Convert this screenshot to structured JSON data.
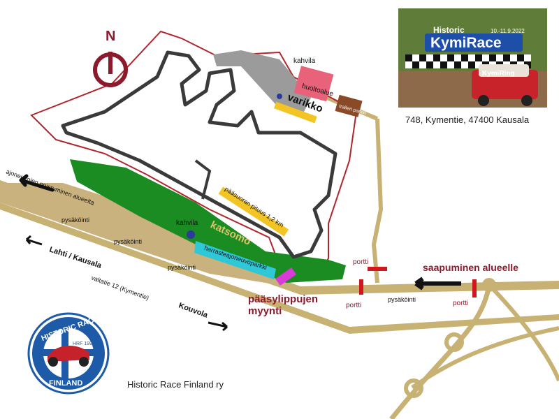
{
  "event_banner": {
    "title_small": "Historic",
    "title_main": "KymiRace",
    "dates": "10.-11.9.2022",
    "venue_logo_text": "KymiRing"
  },
  "address": "748, Kymentie, 47400 Kausala",
  "organizer": "Historic Race Finland ry",
  "north_label": "N",
  "logo": {
    "top_text": "HISTORIC RACE",
    "bottom_text": "FINLAND",
    "tag": "HRF 1990"
  },
  "labels": {
    "kahvila_top": "kahvila",
    "kahvila_lower": "kahvila",
    "huoltoalue": "huoltoalue",
    "varikko": "varikko",
    "traileriparkki": "traileri parkki",
    "paasuora": "pääsuoran pituus 1,2 km",
    "katsomo": "katsomo",
    "harrasteajoneuvoparkki": "harrasteajoneuvoparkki",
    "exit": "ajoneuvojen poistuminen alueelta",
    "pysakointi_1": "pysäköinti",
    "pysakointi_2": "pysäköinti",
    "pysakointi_3": "pysäköinti",
    "pysakointi_4": "pysäköinti",
    "lahti_kausala": "Lahti / Kausala",
    "valtatie": "valtatie 12 (Kymentie)",
    "kouvola": "Kouvola",
    "tickets_line1": "pääsylippujen",
    "tickets_line2": "myynti",
    "portti_1": "portti",
    "portti_2": "portti",
    "portti_3": "portti",
    "arrival": "saapuminen alueelle"
  },
  "colors": {
    "road": "#c7b173",
    "parking": "#c9b27e",
    "track": "#3a3a3a",
    "boundary": "#b1252c",
    "spectator": "#1a8c22",
    "service": "#e8627a",
    "trailer": "#8a4a28",
    "yellow_marker": "#f2c424",
    "cyan_parking": "#2ec8d6",
    "magenta_ticket": "#d93bd6",
    "gate": "#d0171d",
    "label_red": "#8b1a2c",
    "label_yellow": "#e3c36b",
    "logo_blue": "#1d5aa8"
  }
}
